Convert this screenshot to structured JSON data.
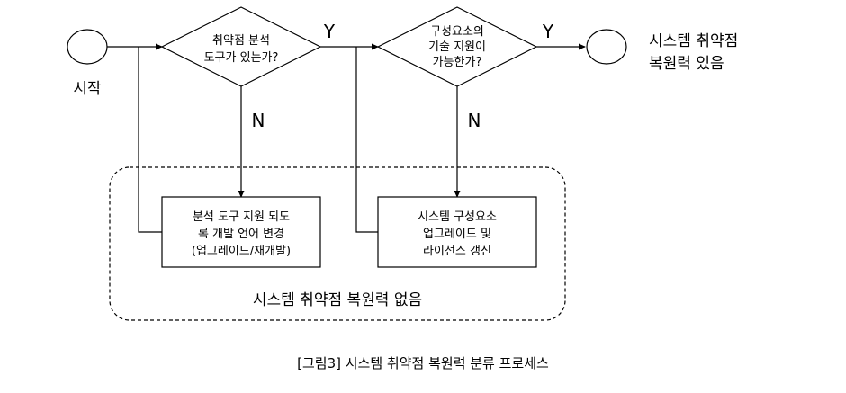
{
  "nodes": {
    "start": {
      "label": "시작"
    },
    "decision_tool": {
      "lines": [
        "취약점 분석",
        "도구가 있는가?"
      ]
    },
    "decision_component": {
      "lines": [
        "구성요소의",
        "기술 지원이",
        "가능한가?"
      ]
    },
    "end": {
      "lines": [
        "시스템 취약점",
        "복원력 있음"
      ]
    },
    "action_tool": {
      "lines": [
        "분석 도구 지원 되도",
        "록 개발 언어 변경",
        "(업그레이드/재개발)"
      ]
    },
    "action_component": {
      "lines": [
        "시스템 구성요소",
        "업그레이드 및",
        "라이선스 갱신"
      ]
    }
  },
  "edge_labels": {
    "tool_yes": "Y",
    "tool_no": "N",
    "component_yes": "Y",
    "component_no": "N"
  },
  "group": {
    "label": "시스템 취약점 복원력 없음"
  },
  "caption": "[그림3] 시스템 취약점 복원력 분류 프로세스",
  "colors": {
    "stroke": "#000000",
    "background": "#ffffff"
  }
}
